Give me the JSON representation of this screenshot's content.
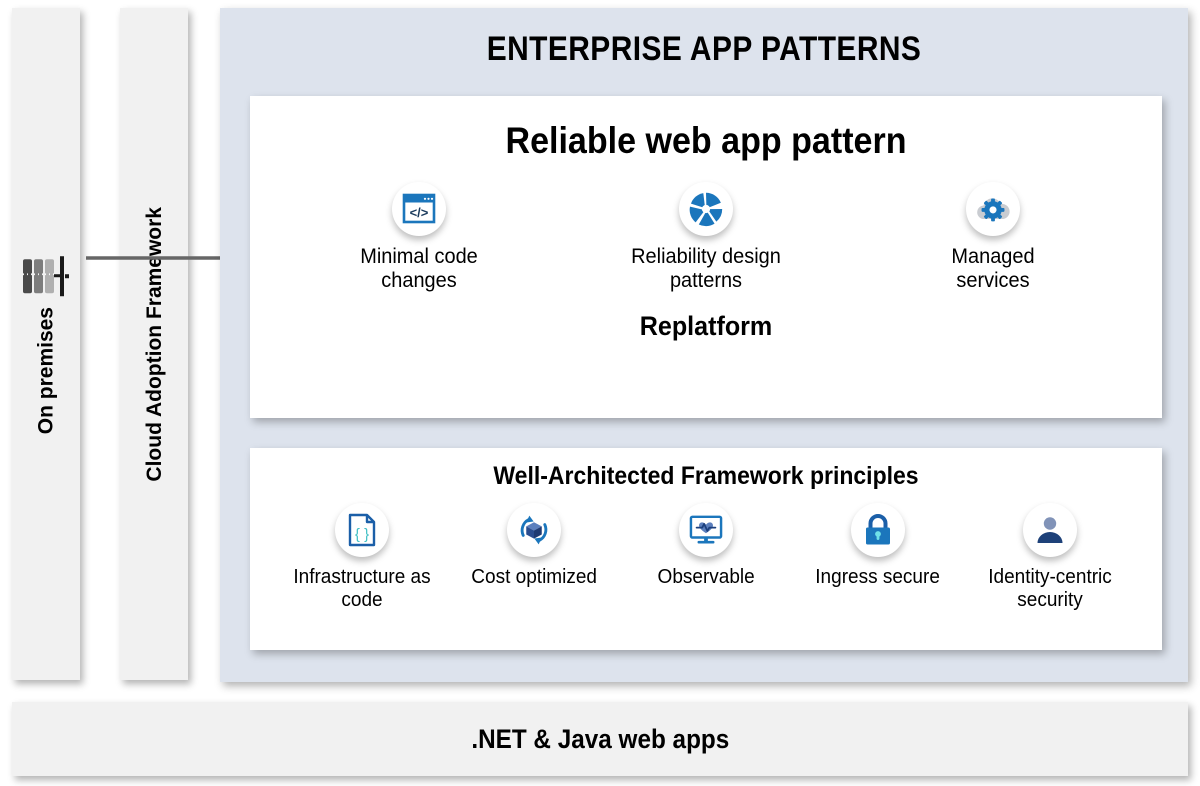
{
  "colors": {
    "panel_bg": "#f1f1f1",
    "main_panel_bg": "#dde3ed",
    "card_bg": "#ffffff",
    "accent_blue": "#1b76bc",
    "deep_blue": "#17539e",
    "teal": "#3fbfc4",
    "arrow_gray": "#666666",
    "text": "#000000"
  },
  "left_rail": {
    "on_premises": {
      "label": "On premises",
      "icon": "server-rack-icon"
    },
    "cloud_adoption": {
      "label": "Cloud Adoption Framework"
    },
    "arrow": {
      "name": "flow-arrow",
      "direction": "right"
    }
  },
  "main": {
    "title": "ENTERPRISE APP PATTERNS",
    "cards": [
      {
        "id": "reliable-web-app-pattern",
        "title": "Reliable web app pattern",
        "footer": "Replatform",
        "items": [
          {
            "label": "Minimal code changes",
            "icon": "code-window-icon"
          },
          {
            "label": "Reliability design patterns",
            "icon": "aperture-icon"
          },
          {
            "label": "Managed services",
            "icon": "gear-cloud-icon"
          }
        ]
      },
      {
        "id": "well-architected-framework-principles",
        "title": "Well-Architected Framework principles",
        "items": [
          {
            "label": "Infrastructure as code",
            "icon": "document-braces-icon"
          },
          {
            "label": "Cost optimized",
            "icon": "box-recycle-icon"
          },
          {
            "label": "Observable",
            "icon": "monitor-heartbeat-icon"
          },
          {
            "label": "Ingress secure",
            "icon": "padlock-icon"
          },
          {
            "label": "Identity-centric security",
            "icon": "person-icon"
          }
        ]
      }
    ]
  },
  "footer": {
    "label": ".NET & Java web apps"
  }
}
